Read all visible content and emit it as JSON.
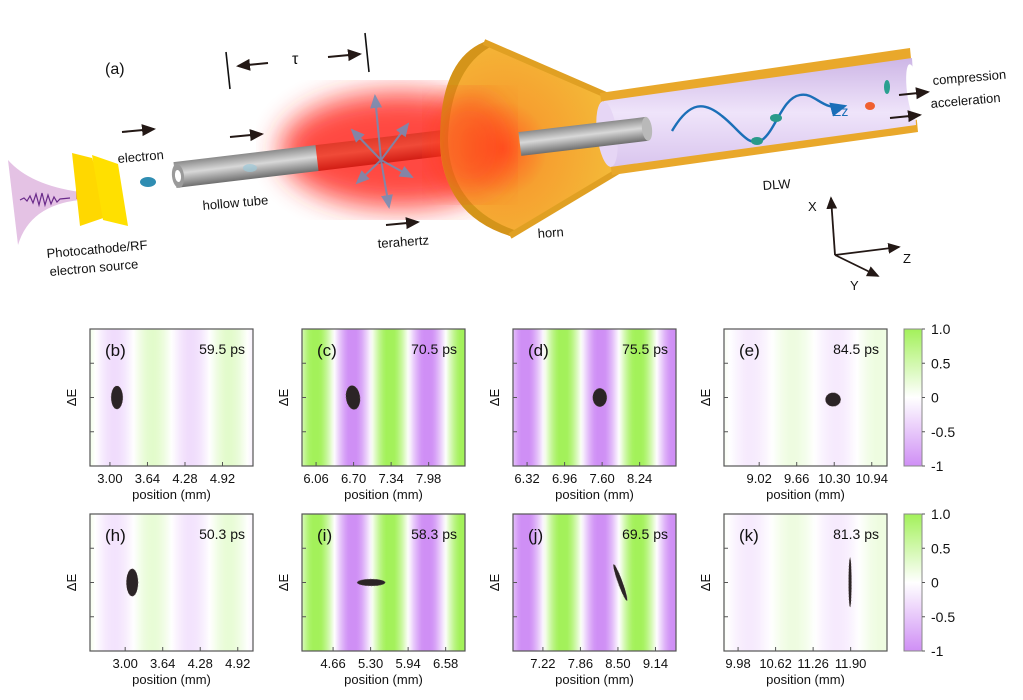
{
  "schematic": {
    "panel_label": "(a)",
    "tau": "τ",
    "electron": "electron",
    "source_line1": "Photocathode/RF",
    "source_line2": "electron source",
    "hollow_tube": "hollow tube",
    "terahertz": "terahertz",
    "horn": "horn",
    "dlw": "DLW",
    "ez": "Ez",
    "compression": "compression",
    "acceleration": "acceleration",
    "axis_x": "X",
    "axis_y": "Y",
    "axis_z": "Z"
  },
  "colors": {
    "positive": "#a3f15a",
    "negative": "#cf8ff5",
    "bunch": "#2b2426",
    "horn": "#f2b431",
    "tube_inner": "#e6d6f5",
    "wave": "#1b6fb8",
    "beam": "#e8241c"
  },
  "chart_data": {
    "type": "heatmap",
    "ylabel": "ΔE",
    "xlabel": "position (mm)",
    "ylim": [
      -2,
      2
    ],
    "colorbar": {
      "range": [
        -1,
        1
      ],
      "ticks": [
        "1.0",
        "0.5",
        "0",
        "-0.5",
        "-1"
      ]
    },
    "rows": [
      [
        {
          "label": "(b)",
          "time": "59.5 ps",
          "xlim": [
            2.66,
            5.44
          ],
          "ticks": [
            "3.00",
            "3.64",
            "4.28",
            "4.92"
          ],
          "field": {
            "amp": 0.25,
            "period": 1.3,
            "green_peak": 3.73
          },
          "bunch": {
            "x": 3.12,
            "dE": 0,
            "sx": 0.1,
            "sdE": 0.34,
            "shear": 0
          }
        },
        {
          "label": "(c)",
          "time": "70.5 ps",
          "xlim": [
            5.82,
            8.6
          ],
          "ticks": [
            "6.06",
            "6.70",
            "7.34",
            "7.98"
          ],
          "field": {
            "amp": 0.85,
            "period": 1.27,
            "green_peak": 7.32
          },
          "bunch": {
            "x": 6.69,
            "dE": 0,
            "sx": 0.12,
            "sdE": 0.35,
            "shear": -0.05
          }
        },
        {
          "label": "(d)",
          "time": "75.5 ps",
          "xlim": [
            6.08,
            8.86
          ],
          "ticks": [
            "6.32",
            "6.96",
            "7.60",
            "8.24"
          ],
          "field": {
            "amp": 0.85,
            "period": 1.28,
            "green_peak": 6.93
          },
          "bunch": {
            "x": 7.56,
            "dE": 0,
            "sx": 0.12,
            "sdE": 0.27,
            "shear": 0
          }
        },
        {
          "label": "(e)",
          "time": "84.5 ps",
          "xlim": [
            8.42,
            11.2
          ],
          "ticks": [
            "9.02",
            "9.66",
            "10.30",
            "10.94"
          ],
          "field": {
            "amp": 0.15,
            "period": 1.45,
            "green_peak": 9.6
          },
          "bunch": {
            "x": 10.28,
            "dE": -0.06,
            "sx": 0.13,
            "sdE": 0.2,
            "shear": 0
          }
        }
      ],
      [
        {
          "label": "(h)",
          "time": "50.3 ps",
          "xlim": [
            2.4,
            5.18
          ],
          "ticks": [
            "3.00",
            "3.64",
            "4.28",
            "4.92"
          ],
          "field": {
            "amp": 0.2,
            "period": 1.3,
            "green_peak": 3.47
          },
          "bunch": {
            "x": 3.12,
            "dE": 0,
            "sx": 0.1,
            "sdE": 0.4,
            "shear": 0
          }
        },
        {
          "label": "(i)",
          "time": "58.3 ps",
          "xlim": [
            4.13,
            6.91
          ],
          "ticks": [
            "4.66",
            "5.30",
            "5.94",
            "6.58"
          ],
          "field": {
            "amp": 0.85,
            "period": 1.26,
            "green_peak": 5.63
          },
          "bunch": {
            "x": 5.31,
            "dE": 0,
            "sx": 0.24,
            "sdE": 0.1,
            "shear": 0
          }
        },
        {
          "label": "(j)",
          "time": "69.5 ps",
          "xlim": [
            6.71,
            9.49
          ],
          "ticks": [
            "7.22",
            "7.86",
            "8.50",
            "9.14"
          ],
          "field": {
            "amp": 0.85,
            "period": 1.28,
            "green_peak": 7.56
          },
          "bunch": {
            "x": 8.54,
            "dE": 0,
            "sx": 0.04,
            "sdE": 0.53,
            "shear": -0.21
          }
        },
        {
          "label": "(k)",
          "time": "81.3 ps",
          "xlim": [
            9.74,
            12.52
          ],
          "ticks": [
            "9.98",
            "10.62",
            "11.26",
            "11.90"
          ],
          "field": {
            "amp": 0.15,
            "period": 1.5,
            "green_peak": 10.92
          },
          "bunch": {
            "x": 11.89,
            "dE": 0,
            "sx": 0.025,
            "sdE": 0.72,
            "shear": 0
          }
        }
      ]
    ]
  }
}
